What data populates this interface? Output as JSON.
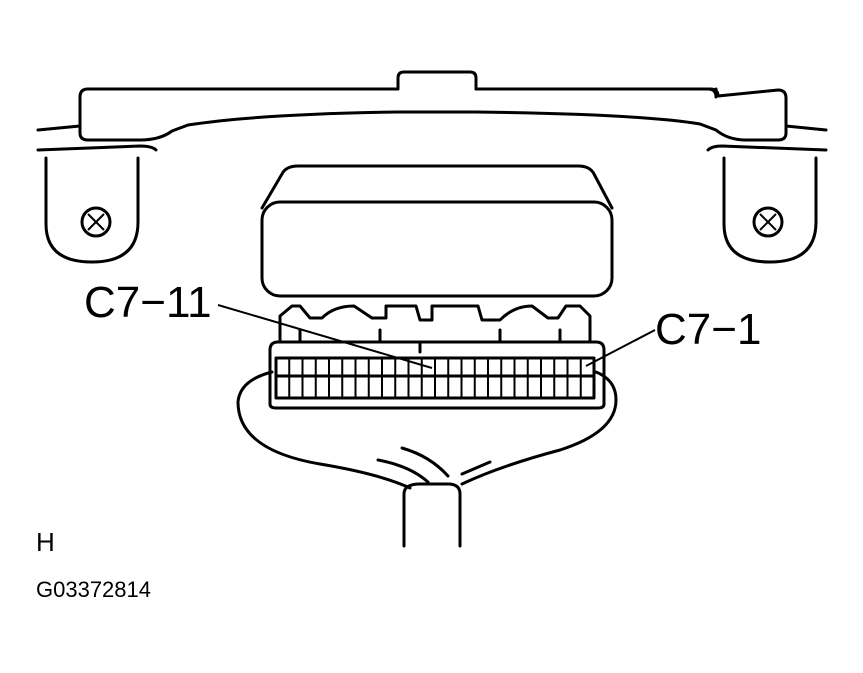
{
  "labels": {
    "pin_c7_11": "C7−11",
    "pin_c7_1": "C7−1",
    "view": "H",
    "figure_code": "G03372814"
  },
  "icons": {
    "screw_left": "screw-icon",
    "screw_right": "screw-icon"
  },
  "colors": {
    "line": "#000000",
    "background": "#ffffff"
  }
}
